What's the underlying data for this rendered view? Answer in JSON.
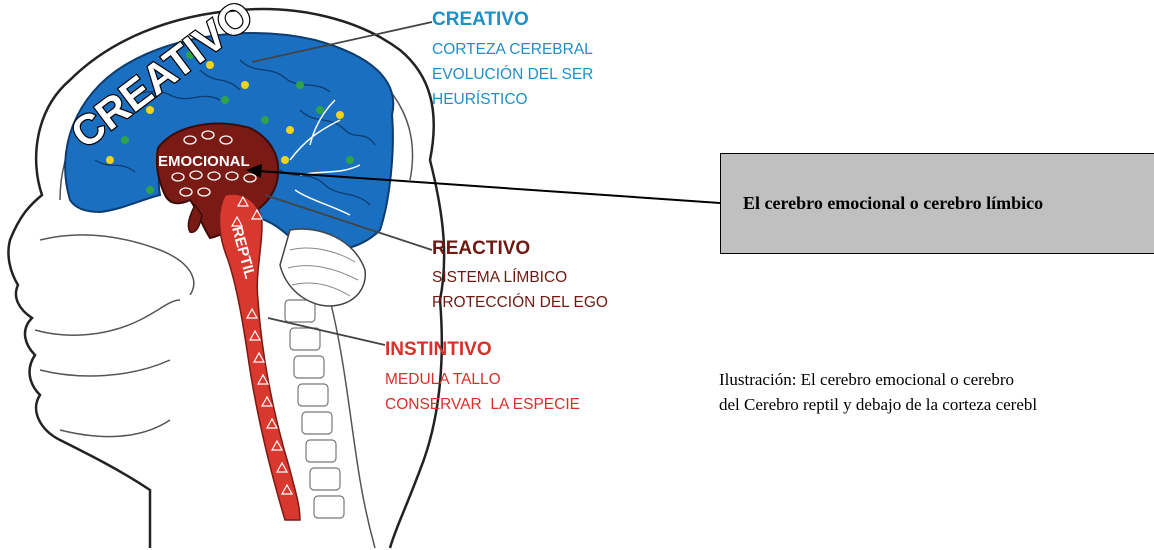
{
  "brain_labels": {
    "creativo": "CREATIVO",
    "emocional": "EMOCIONAL",
    "reptil": "REPTIL"
  },
  "legend": {
    "creativo": {
      "title": "CREATIVO",
      "lines": [
        "CORTEZA CEREBRAL",
        "EVOLUCIÓN DEL SER",
        "HEURÍSTICO"
      ],
      "color": "#1f8fc8"
    },
    "reactivo": {
      "title": "REACTIVO",
      "lines": [
        "SISTEMA LÍMBICO",
        "PROTECCIÓN DEL EGO"
      ],
      "color": "#6e1a12"
    },
    "instintivo": {
      "title": "INSTINTIVO",
      "lines": [
        "MEDULA TALLO",
        "CONSERVAR  LA ESPECIE"
      ],
      "color": "#d8302a"
    }
  },
  "callout": {
    "text": "El cerebro emocional o cerebro límbico"
  },
  "caption": {
    "line1": "Ilustración: El cerebro emocional o cerebro",
    "line2": "del Cerebro reptil y debajo de la corteza cerebl"
  },
  "colors": {
    "cortex": "#1a6fc0",
    "limbic": "#7a1a14",
    "stem": "#d8382e",
    "outline": "#222222"
  }
}
